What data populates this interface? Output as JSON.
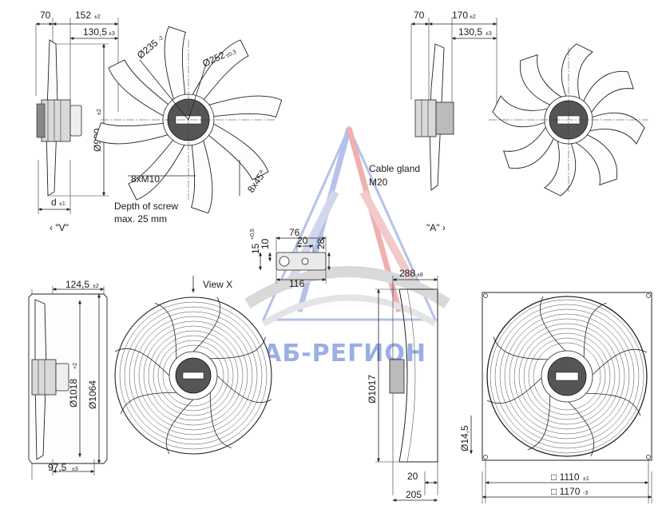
{
  "dims": {
    "top_left": {
      "d70": "70",
      "d152": "152",
      "d152_tol": "±2",
      "d130": "130,5",
      "d130_tol": "±3",
      "d990": "Ø990",
      "d990_tol": "±2",
      "d_label": "d",
      "d_tol": "±1"
    },
    "top_fan_v": {
      "d235": "Ø235",
      "d235_tol": "-2",
      "d252": "Ø252",
      "d252_tol": "±0,3",
      "m10": "8xM10",
      "deg45": "8x45°"
    },
    "top_right": {
      "d70": "70",
      "d170": "170",
      "d170_tol": "±2",
      "d130": "130,5",
      "d130_tol": "±3"
    },
    "bracket": {
      "d15": "15",
      "d15_tol": "+0,5",
      "d10": "10",
      "d76": "76",
      "d20": "20",
      "d28": "28",
      "d116": "116"
    },
    "bottom_left": {
      "d124": "124,5",
      "d124_tol": "±2",
      "d1018": "Ø1018",
      "d1018_tol": "+2",
      "d1064": "Ø1064",
      "d97": "97,5",
      "d97_tol": "±3"
    },
    "bottom_mid": {
      "d288": "288",
      "d288_tol": "±8",
      "d1017": "Ø1017",
      "d20": "20",
      "d205": "205"
    },
    "bottom_right": {
      "d14": "Ø14,5",
      "d1110": "□ 1110",
      "d1110_tol": "±1",
      "d1170": "□ 1170",
      "d1170_tol": "-3"
    }
  },
  "notes": {
    "screw1": "Depth of screw",
    "screw2": "max. 25 mm",
    "gland1": "Cable gland",
    "gland2": "M20",
    "view_v": "‹ \"V\"",
    "view_a": "\"A\" ›",
    "view_x": "View X"
  },
  "watermark": {
    "text": "СНАБ-РЕГИОН",
    "color_blue": "#4a6fd0",
    "color_red": "#d84040"
  }
}
